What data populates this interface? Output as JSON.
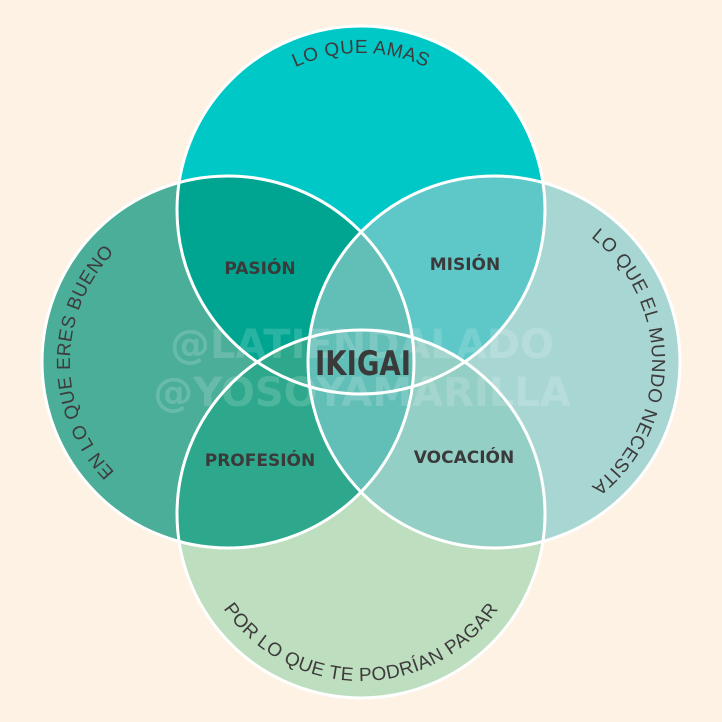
{
  "circles": {
    "top": {
      "label": "LO QUE AMAS",
      "color": "#00c8c7"
    },
    "left": {
      "label": "EN LO QUE ERES BUENO",
      "color": "#4aae98"
    },
    "right": {
      "label": "LO QUE EL MUNDO NECESITA",
      "color": "#a8d7d3"
    },
    "bottom": {
      "label": "POR LO QUE TE PODRÍAN PAGAR",
      "color": "#bedfbf"
    }
  },
  "regions": {
    "pasion": {
      "label": "PASIÓN",
      "color": "#00a591"
    },
    "mision": {
      "label": "MISIÓN",
      "color": "#5ec8c8"
    },
    "profesion": {
      "label": "PROFESIÓN",
      "color": "#2ea88c"
    },
    "vocacion": {
      "label": "VOCACIÓN",
      "color": "#93cfc4"
    },
    "center_lens": {
      "color": "#62bfb7"
    }
  },
  "center": {
    "label": "IKIGAI"
  },
  "watermark": {
    "line1": "@LATIENDALADO",
    "line2": "@YOSOYAMARILLA"
  },
  "colors": {
    "background": "#fdf2e4",
    "outline": "#ffffff",
    "text": "#3a3a3a"
  }
}
